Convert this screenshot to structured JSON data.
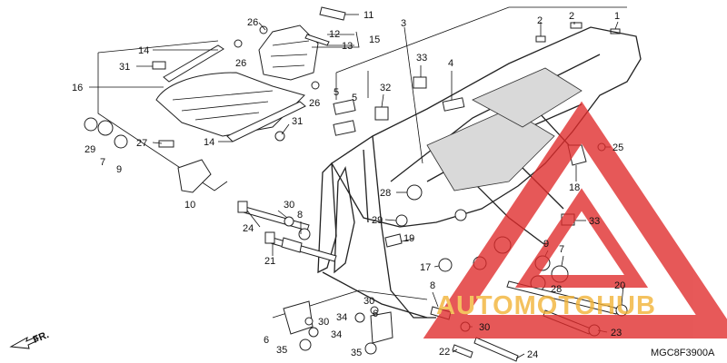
{
  "diagram": {
    "code": "MGC8F3900A",
    "direction": "FR.",
    "labels": {
      "l1": "1",
      "l2a": "2",
      "l2b": "2",
      "l3": "3",
      "l4": "4",
      "l5a": "5",
      "l5b": "5",
      "l6a": "6",
      "l6b": "6",
      "l7a": "7",
      "l7b": "7",
      "l8a": "8",
      "l8b": "8",
      "l9a": "9",
      "l9b": "9",
      "l10": "10",
      "l11": "11",
      "l12": "12",
      "l13": "13",
      "l14a": "14",
      "l14b": "14",
      "l15": "15",
      "l16": "16",
      "l17": "17",
      "l18": "18",
      "l19": "19",
      "l20": "20",
      "l21": "21",
      "l22": "22",
      "l23": "23",
      "l24a": "24",
      "l24b": "24",
      "l25": "25",
      "l26a": "26",
      "l26b": "26",
      "l26c": "26",
      "l27": "27",
      "l28a": "28",
      "l28b": "28",
      "l29a": "29",
      "l29b": "29",
      "l30a": "30",
      "l30b": "30",
      "l30c": "30",
      "l30d": "30",
      "l31a": "31",
      "l31b": "31",
      "l32": "32",
      "l33a": "33",
      "l33b": "33",
      "l34a": "34",
      "l34b": "34",
      "l35a": "35",
      "l35b": "35"
    }
  },
  "watermark": {
    "text": "AUTOMOTOHUB",
    "colors": {
      "triangle": "#e02a2a",
      "text": "#f2b233"
    }
  }
}
